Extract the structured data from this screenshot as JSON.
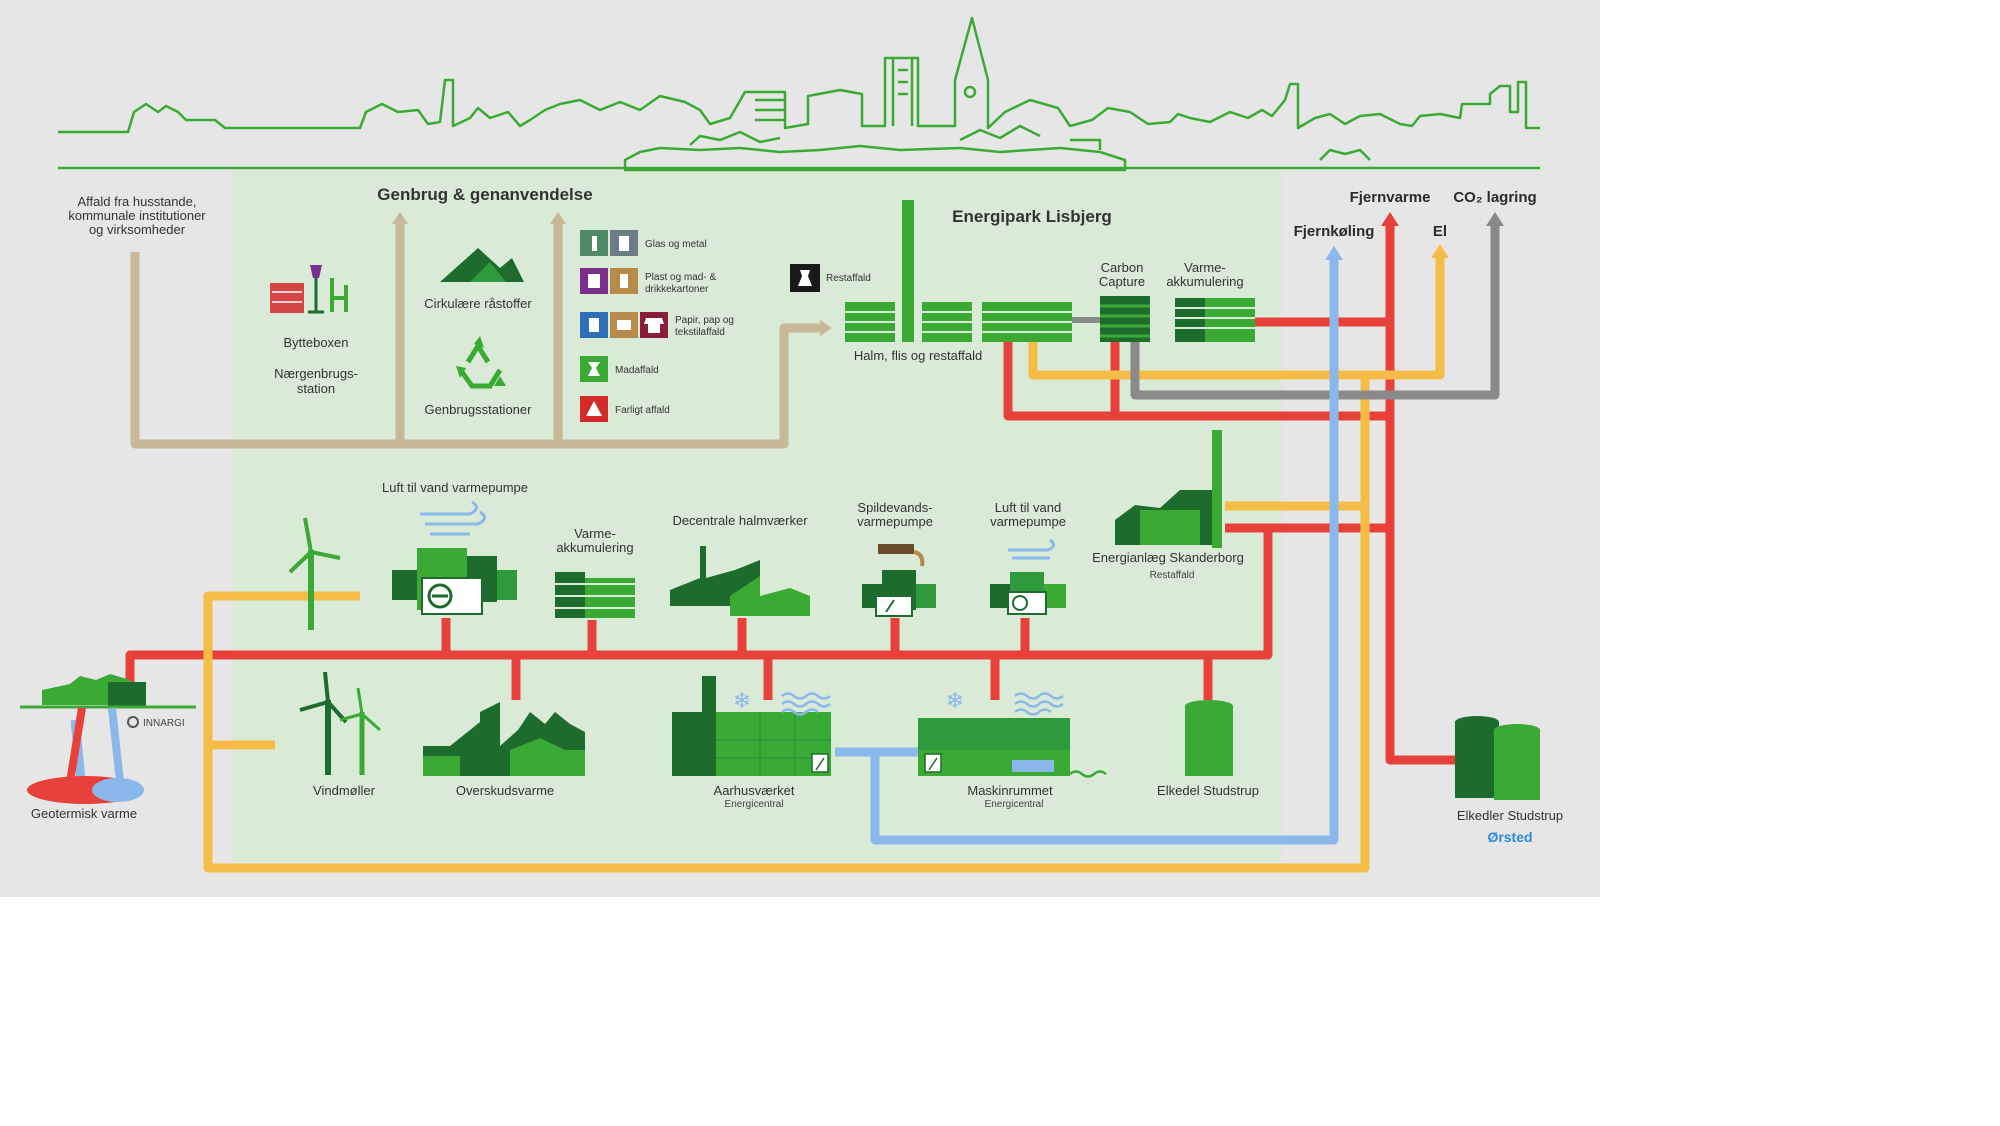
{
  "colors": {
    "background": "#e6e6e6",
    "panel": "#d9ead7",
    "outline_green": "#3aaa35",
    "dark_green": "#1e6b2e",
    "mid_green": "#2e9a3c",
    "light_green": "#3cb043",
    "district_heating": "#e8413b",
    "district_cooling": "#8ab8ea",
    "electricity": "#f5bd47",
    "co2": "#8a8a8a",
    "waste": "#c9b79a",
    "orsted": "#2b8cd6",
    "purple": "#7a2e8e",
    "blue_bin": "#2f6fb7",
    "maroon": "#8b1d3b",
    "red_bin": "#d42a2a",
    "teal": "#4e8a63"
  },
  "labels": {
    "affald": [
      "Affald fra husstande,",
      "kommunale institutioner",
      "og virksomheder"
    ],
    "genbrug_title": "Genbrug & genanvendelse",
    "bytteboxen": "Bytteboxen",
    "naergenbrug": [
      "Nærgenbrugs-",
      "station"
    ],
    "cirkulaere": "Cirkulære råstoffer",
    "genbrugsstationer": "Genbrugsstationer",
    "legend": [
      "Glas og metal",
      "Plast og mad- &",
      "drikkekartoner",
      "Papir, pap og",
      "tekstilaffald",
      "Madaffald",
      "Farligt affald"
    ],
    "restaffald": "Restaffald",
    "energipark": "Energipark Lisbjerg",
    "halm": "Halm, flis og restaffald",
    "carbon": [
      "Carbon",
      "Capture"
    ],
    "varme_akk_top": [
      "Varme-",
      "akkumulering"
    ],
    "fjernvarme": "Fjernvarme",
    "co2": "CO₂ lagring",
    "fjernkoling": "Fjernkøling",
    "el": "El",
    "luft1": "Luft til vand varmepumpe",
    "varme_akk_mid": [
      "Varme-",
      "akkumulering"
    ],
    "decentrale": "Decentrale halmværker",
    "spildevand": [
      "Spildevands-",
      "varmepumpe"
    ],
    "luft2": [
      "Luft til vand",
      "varmepumpe"
    ],
    "skanderborg": "Energianlæg Skanderborg",
    "skanderborg_sub": "Restaffald",
    "innargi": "INNARGI",
    "geotermisk": "Geotermisk varme",
    "vindmoller": "Vindmøller",
    "overskudsvarme": "Overskudsvarme",
    "aarhusvaerket": "Aarhusværket",
    "aarhus_sub": "Energicentral",
    "maskinrummet": "Maskinrummet",
    "maskin_sub": "Energicentral",
    "elkedel": "Elkedel Studstrup",
    "elkedler": "Elkedler Studstrup",
    "orsted": "Ørsted"
  }
}
